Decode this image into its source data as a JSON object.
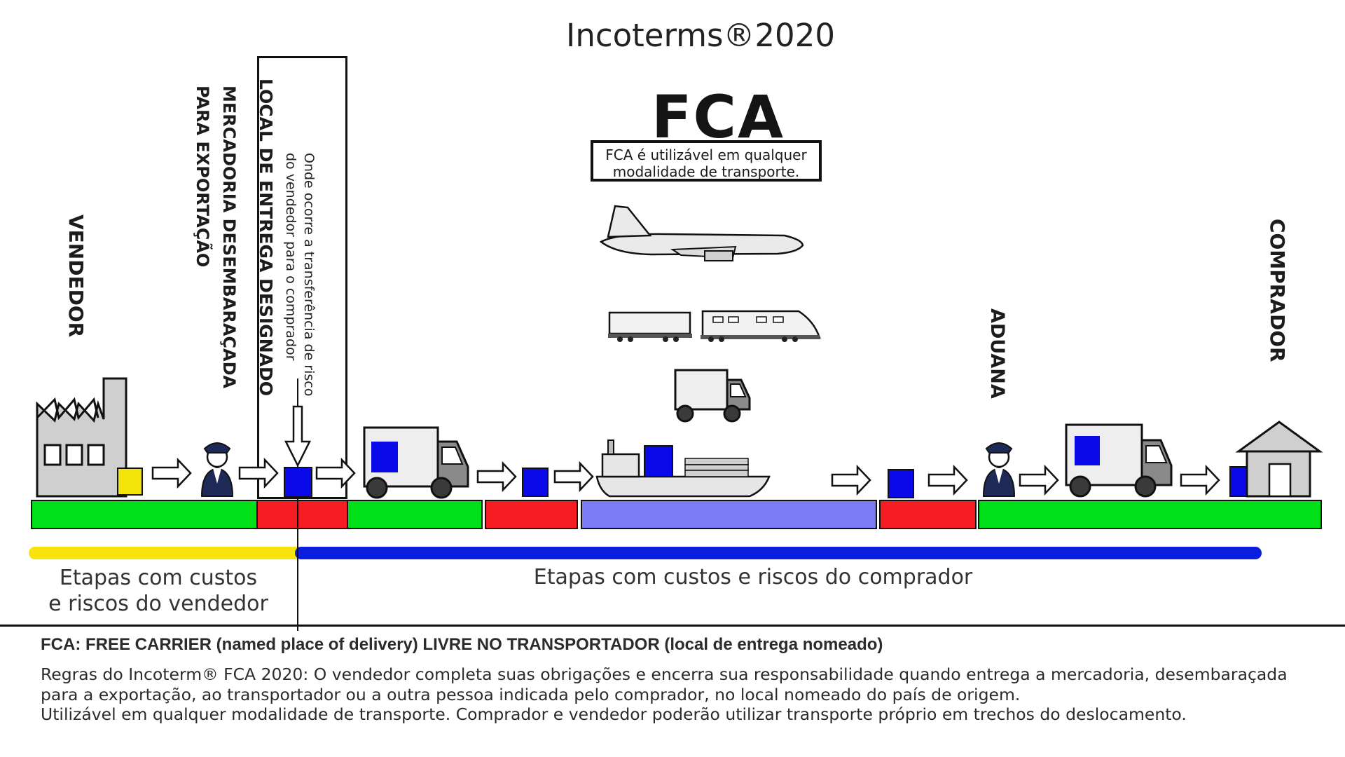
{
  "title": "Incoterms®2020",
  "term": "FCA",
  "term_note": [
    "FCA é utilizável em qualquer",
    "modalidade de transporte."
  ],
  "labels": {
    "vendedor": "VENDEDOR",
    "mercadoria": [
      "MERCADORIA DESEMBARAÇADA",
      "PARA EXPORTAÇÃO"
    ],
    "local": "LOCAL DE ENTREGA DESIGNADO",
    "onde": [
      "Onde ocorre a transferência de risco",
      "do vendedor para o comprador"
    ],
    "aduana": "ADUANA",
    "comprador": "COMPRADOR"
  },
  "captions": {
    "seller": [
      "Etapas com custos",
      "e riscos do vendedor"
    ],
    "buyer": "Etapas com custos e riscos do comprador"
  },
  "colors": {
    "seller_cost": "#00e01a",
    "risk_stage": "#f51c22",
    "main_transport": "#7b7bf5",
    "seller_risk_bar": "#f6e40c",
    "buyer_risk_bar": "#0a1ee0",
    "cargo": "#0a0ae8",
    "seller_cargo": "#f2e30b"
  },
  "icons": [
    "factory-icon",
    "customs-officer-icon",
    "cargo-box-icon",
    "truck-icon",
    "airplane-icon",
    "train-icon",
    "ship-icon",
    "house-icon",
    "arrow-right-icon",
    "arrow-down-icon"
  ],
  "footer": {
    "title": "FCA: FREE CARRIER (named place of delivery) LIVRE NO TRANSPORTADOR (local de entrega nomeado)",
    "lines": [
      "Regras do Incoterm® FCA 2020: O vendedor completa suas obrigações e encerra sua responsabilidade quando entrega a mercadoria, desembaraçada",
      "para a exportação, ao transportador ou a outra pessoa indicada pelo comprador, no local nomeado do país de origem.",
      "Utilizável em qualquer modalidade de transporte. Comprador e vendedor poderão utilizar transporte próprio em trechos do deslocamento."
    ]
  }
}
